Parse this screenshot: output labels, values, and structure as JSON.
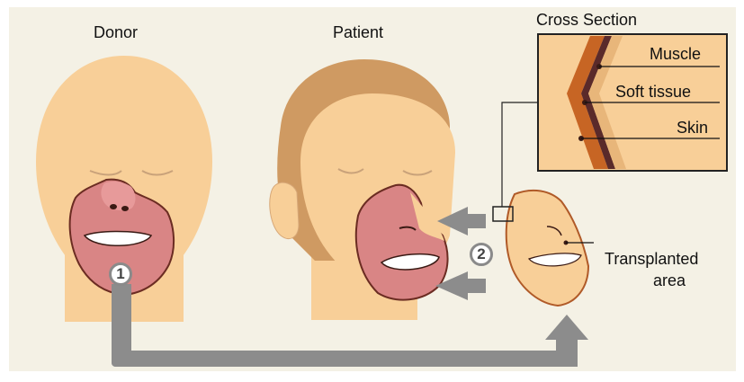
{
  "labels": {
    "donor": "Donor",
    "patient": "Patient",
    "cross_section": "Cross Section",
    "muscle": "Muscle",
    "soft_tissue": "Soft tissue",
    "skin": "Skin",
    "transplanted_line1": "Transplanted",
    "transplanted_line2": "area"
  },
  "steps": [
    "1",
    "2"
  ],
  "colors": {
    "background": "#f4f1e5",
    "skin": "#f8cf98",
    "skin_shadow": "#e8b880",
    "hair": "#cf9a62",
    "graft": "#d98585",
    "arrow": "#8c8c8c",
    "muscle_layer": "#c76524",
    "soft_tissue_layer": "#5a2a2a",
    "skin_layer": "#e8b67a"
  }
}
